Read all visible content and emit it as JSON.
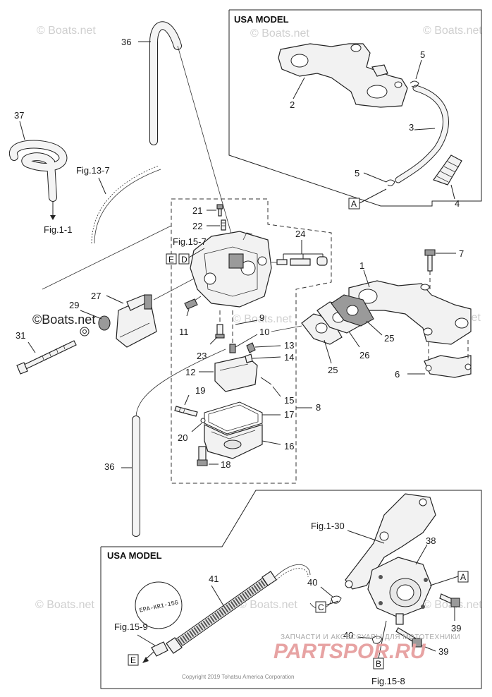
{
  "titles": {
    "usa_model_top": "USA MODEL",
    "usa_model_bottom": "USA MODEL"
  },
  "watermarks": {
    "boats": "© Boats.net",
    "boats_dark": "©Boats.net"
  },
  "references": {
    "fig_13_7": "Fig.13-7",
    "fig_1_1": "Fig.1-1",
    "fig_15_7": "Fig.15-7",
    "fig_1_30": "Fig.1-30",
    "fig_15_9": "Fig.15-9",
    "fig_15_8": "Fig.15-8"
  },
  "connector_letters": {
    "a": "A",
    "b": "B",
    "c": "C",
    "d": "D",
    "e": "E"
  },
  "part_numbers": {
    "p1": "1",
    "p2": "2",
    "p3": "3",
    "p4": "4",
    "p5a": "5",
    "p5b": "5",
    "p6": "6",
    "p7": "7",
    "p8": "8",
    "p9": "9",
    "p10": "10",
    "p11": "11",
    "p12": "12",
    "p13": "13",
    "p14": "14",
    "p15": "15",
    "p16": "16",
    "p17": "17",
    "p18": "18",
    "p19": "19",
    "p20": "20",
    "p21": "21",
    "p22": "22",
    "p23": "23",
    "p24": "24",
    "p25a": "25",
    "p25b": "25",
    "p26": "26",
    "p27": "27",
    "p29": "29",
    "p31": "31",
    "p36a": "36",
    "p36b": "36",
    "p37": "37",
    "p38": "38",
    "p39a": "39",
    "p39b": "39",
    "p40a": "40",
    "p40b": "40",
    "p41": "41"
  },
  "label_text": "EPA-KR1-15G",
  "footer": {
    "copyright": "Copyright 2019 Tohatsu America Corporation",
    "promo": "ЗАПЧАСТИ И АКСЕССУАРЫ ДЛЯ МОТОТЕХНИКИ",
    "brand": "PARTSPOR.RU"
  }
}
